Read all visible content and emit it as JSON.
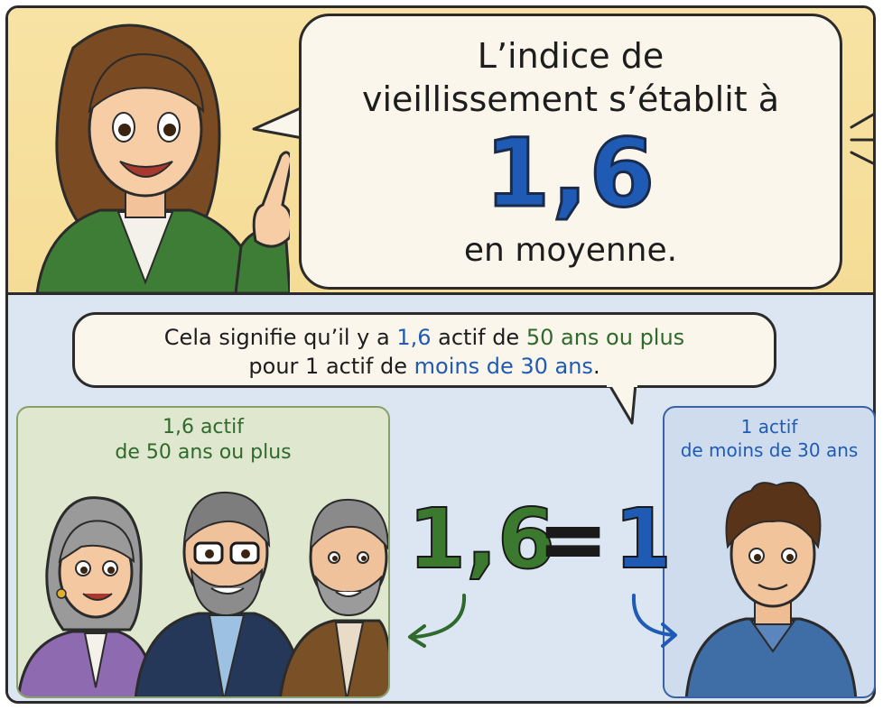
{
  "bubble_main": {
    "line1": "L’indice de",
    "line2": "vieillissement s’établit à",
    "value": "1,6",
    "line3": "en moyenne."
  },
  "bubble_sub": {
    "part1": "Cela signifie qu’il y a ",
    "value_old": "1,6",
    "part2": " actif de ",
    "group_old": "50 ans ou plus",
    "part3": "pour 1 actif de ",
    "group_young": "moins de 30 ans",
    "part4": "."
  },
  "box_left": {
    "title_line1": "1,6 actif",
    "title_line2": "de 50 ans ou plus"
  },
  "box_right": {
    "title_line1": "1 actif",
    "title_line2": "de moins de 30 ans"
  },
  "equation": {
    "left": "1,6",
    "sign": "=",
    "right": "1"
  },
  "colors": {
    "top_panel": "#f5dc96",
    "bottom_panel": "#dbe6f2",
    "accent_blue": "#1f5bb5",
    "accent_green": "#2f6a2c"
  },
  "icons": [
    "presenter-woman",
    "older-woman",
    "older-man-glasses",
    "older-man-beard",
    "young-man",
    "curved-arrow-green",
    "curved-arrow-blue"
  ]
}
